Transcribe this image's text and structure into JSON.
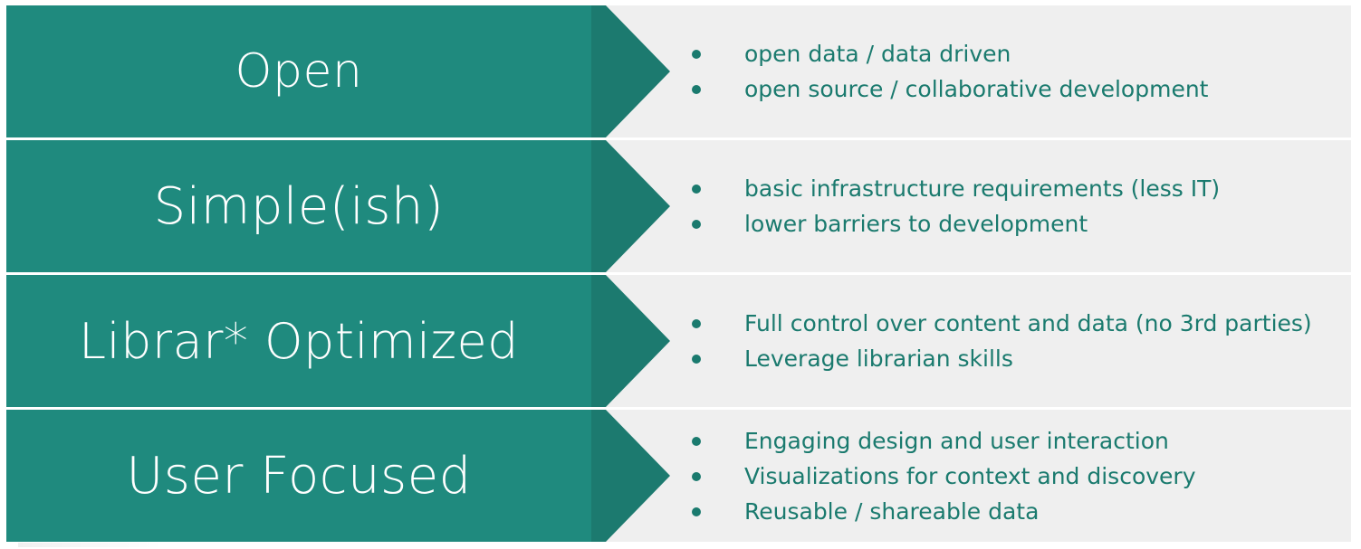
{
  "colors": {
    "chevron_main": "#1f8a7e",
    "chevron_tip": "#1c7a6f",
    "panel": "#efefef",
    "bullet_text": "#1a7a6e",
    "label_text": "#ffffff"
  },
  "rows": [
    {
      "label": "Open",
      "bullets": [
        "open data / data driven",
        "open source / collaborative development"
      ]
    },
    {
      "label": "Simple(ish)",
      "bullets": [
        "basic infrastructure requirements (less IT)",
        "lower barriers to development"
      ]
    },
    {
      "label": "Librar* Optimized",
      "bullets": [
        "Full control over content and data (no 3rd parties)",
        "Leverage librarian skills"
      ]
    },
    {
      "label": "User Focused",
      "bullets": [
        "Engaging design and user interaction",
        "Visualizations for context and discovery",
        "Reusable / shareable data"
      ]
    }
  ]
}
